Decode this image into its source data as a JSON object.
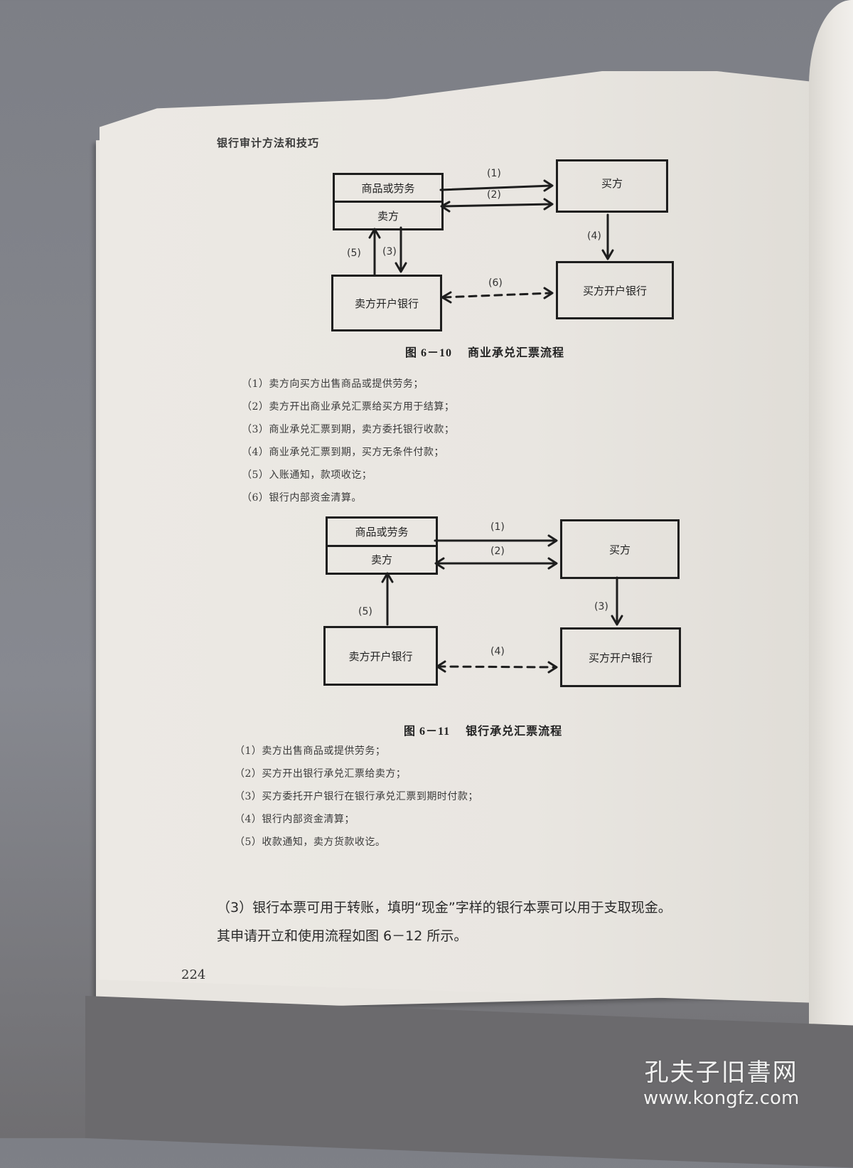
{
  "running_head": "银行审计方法和技巧",
  "figure_6_10": {
    "caption_number": "图 6－10",
    "caption_title": "商业承兑汇票流程",
    "nodes": {
      "goods": "商品或劳务",
      "seller": "卖方",
      "buyer": "买方",
      "seller_bank": "卖方开户银行",
      "buyer_bank": "买方开户银行"
    },
    "edge_labels": [
      "(1)",
      "(2)",
      "(3)",
      "(4)",
      "(5)",
      "(6)"
    ],
    "steps": [
      "（1）卖方向买方出售商品或提供劳务；",
      "（2）卖方开出商业承兑汇票给买方用于结算；",
      "（3）商业承兑汇票到期，卖方委托银行收款；",
      "（4）商业承兑汇票到期，买方无条件付款；",
      "（5）入账通知，款项收讫；",
      "（6）银行内部资金清算。"
    ]
  },
  "figure_6_11": {
    "caption_number": "图 6－11",
    "caption_title": "银行承兑汇票流程",
    "nodes": {
      "goods": "商品或劳务",
      "seller": "卖方",
      "buyer": "买方",
      "seller_bank": "卖方开户银行",
      "buyer_bank": "买方开户银行"
    },
    "edge_labels": [
      "(1)",
      "(2)",
      "(3)",
      "(4)",
      "(5)"
    ],
    "steps": [
      "（1）卖方出售商品或提供劳务；",
      "（2）买方开出银行承兑汇票给卖方；",
      "（3）买方委托开户银行在银行承兑汇票到期时付款；",
      "（4）银行内部资金清算；",
      "（5）收款通知，卖方货款收讫。"
    ]
  },
  "paragraph": {
    "line1": "（3）银行本票可用于转账，填明“现金”字样的银行本票可以用于支取现金。",
    "line2": "其申请开立和使用流程如图 6－12 所示。"
  },
  "page_number": "224",
  "watermark": {
    "title": "孔夫子旧書网",
    "url": "www.kongfz.com"
  }
}
